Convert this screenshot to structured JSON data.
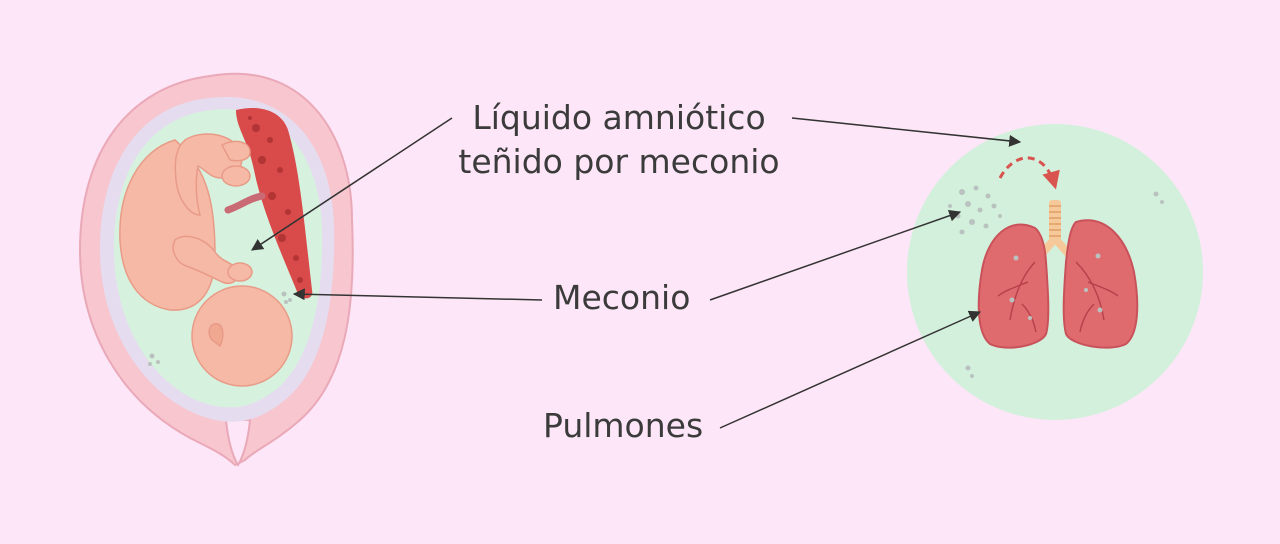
{
  "labels": {
    "amniotic_line1": "Líquido amniótico",
    "amniotic_line2": "teñido por meconio",
    "meconium": "Meconio",
    "lungs": "Pulmones"
  },
  "colors": {
    "background": "#fde6f7",
    "uterus_outer": "#f7c6cf",
    "amniotic_fluid": "#d6f1de",
    "fetus_skin": "#f6b9a6",
    "placenta": "#d94a4a",
    "lungs": "#e06b6f",
    "trachea": "#f6c99a",
    "lung_circle": "#d3f0dc",
    "arrow": "#333333",
    "dashed_arrow": "#d9534f",
    "meconium_particles": "#b9c2bf"
  }
}
